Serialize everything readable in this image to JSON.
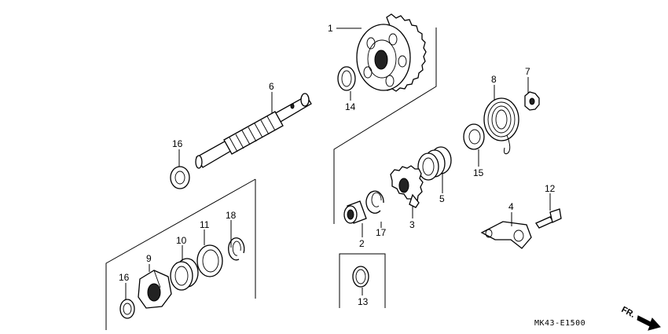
{
  "labels": {
    "p1": "1",
    "p2": "2",
    "p3": "3",
    "p4": "4",
    "p5": "5",
    "p6": "6",
    "p7": "7",
    "p8": "8",
    "p9": "9",
    "p10": "10",
    "p11": "11",
    "p12": "12",
    "p13": "13",
    "p14": "14",
    "p15": "15",
    "p16a": "16",
    "p16b": "16",
    "p17": "17",
    "p18": "18"
  },
  "diagram_code": "MK43-E1500",
  "direction_label": "FR.",
  "colors": {
    "line": "#000000",
    "background": "#ffffff"
  }
}
